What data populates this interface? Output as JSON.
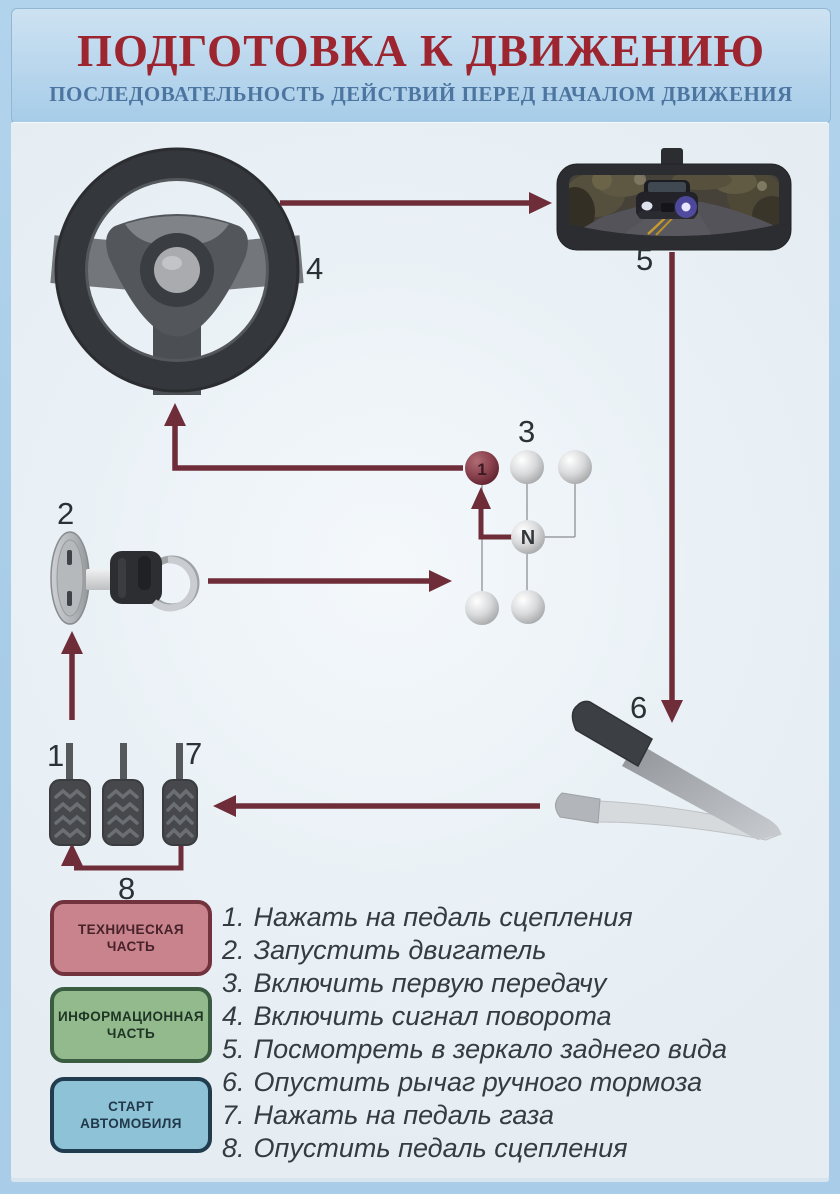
{
  "header": {
    "title": "ПОДГОТОВКА К ДВИЖЕНИЮ",
    "subtitle": "ПОСЛЕДОВАТЕЛЬНОСТЬ ДЕЙСТВИЙ ПЕРЕД НАЧАЛОМ ДВИЖЕНИЯ"
  },
  "diagram": {
    "step_labels": {
      "clutch_pedal": "1",
      "ignition_key": "2",
      "gearshift": "3",
      "steering_wheel": "4",
      "rearview_mirror": "5",
      "handbrake": "6",
      "gas_pedal": "7",
      "pedal_release": "8"
    },
    "gearshift": {
      "first_gear": "1",
      "neutral": "N"
    },
    "colors": {
      "arrow": "#6e2d38",
      "first_gear_knob": "#7a3642",
      "neutral_knob": "#d7d8d9"
    }
  },
  "legend": [
    {
      "label": "ТЕХНИЧЕСКАЯ ЧАСТЬ",
      "fill": "#c8838c",
      "border": "#72333e"
    },
    {
      "label": "ИНФОРМАЦИОННАЯ ЧАСТЬ",
      "fill": "#92ba8c",
      "border": "#3a5c41"
    },
    {
      "label": "СТАРТ АВТОМОБИЛЯ",
      "fill": "#8ec2d7",
      "border": "#203c4e"
    }
  ],
  "steps": [
    {
      "n": "1.",
      "text": "Нажать на педаль сцепления"
    },
    {
      "n": "2.",
      "text": "Запустить двигатель"
    },
    {
      "n": "3.",
      "text": "Включить первую передачу"
    },
    {
      "n": "4.",
      "text": "Включить сигнал поворота"
    },
    {
      "n": "5.",
      "text": "Посмотреть в зеркало заднего вида"
    },
    {
      "n": "6.",
      "text": "Опустить рычаг ручного тормоза"
    },
    {
      "n": "7.",
      "text": "Нажать на педаль газа"
    },
    {
      "n": "8.",
      "text": "Опустить педаль сцепления"
    }
  ]
}
